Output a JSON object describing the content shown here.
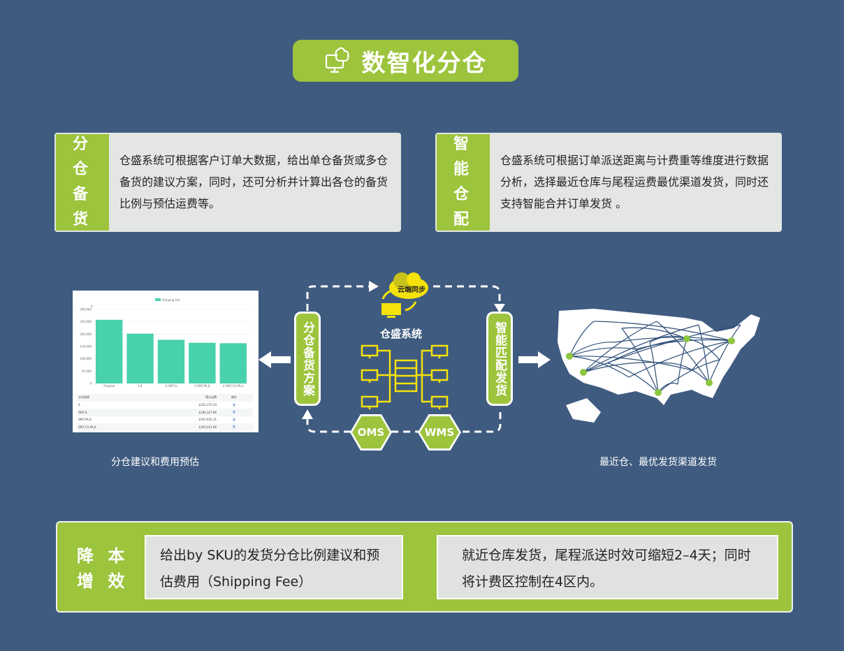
{
  "title": "数智化分仓",
  "cards": [
    {
      "label": "分 仓 备 货",
      "text": "仓盛系统可根据客户订单大数据，给出单仓备货或多仓备货的建议方案，同时，还可分析并计算出各仓的备货比例与预估运费等。"
    },
    {
      "label": "智 能 仓 配",
      "text": "仓盛系统可根据订单派送距离与计费重等维度进行数据分析，选择最近仓库与尾程运费最优渠道发货，同时还支持智能合并订单发货 。"
    }
  ],
  "diagram": {
    "left_pill": "分仓备货方案",
    "right_pill": "智能匹配发货",
    "cloud": "云端同步",
    "system": "仓盛系统",
    "oms": "OMS",
    "wms": "WMS",
    "left_caption": "分仓建议和费用预估",
    "right_caption": "最近仓、最优发货渠道发货"
  },
  "chart_data": {
    "type": "bar",
    "legend": [
      "Shipping Fee"
    ],
    "ylabel": "$",
    "categories": [
      "Original",
      "1-IL",
      "2-ONT,IL",
      "3-ONT,PA,IL",
      "4-ONT,CA,PA,IL"
    ],
    "values": [
      258000,
      202000,
      177000,
      165000,
      163000
    ],
    "yticks": [
      "0",
      "50,000",
      "100,000",
      "150,000",
      "200,000",
      "250,000",
      "300,000"
    ],
    "ylim": [
      0,
      300000
    ],
    "table": {
      "headers": [
        "分仓结果",
        "预计运费",
        "操作"
      ],
      "rows": [
        [
          "IL",
          "$201,375.24",
          "查"
        ],
        [
          "ONT,IL",
          "$180,327.86",
          "查"
        ],
        [
          "ONT,PA,IL",
          "$167,632.31",
          "查"
        ],
        [
          "ONT,CA,PA,IL",
          "$163,221.96",
          "查"
        ]
      ]
    }
  },
  "bottom": {
    "label": "降 本 增 效",
    "box1": "给出by SKU的发货分仓比例建议和预估费用（Shipping Fee）",
    "box2": "就近仓库发货，尾程派送时效可缩短2–4天；同时将计费区控制在4区内。"
  },
  "colors": {
    "bg": "#3f5b80",
    "green": "#9cc43c",
    "bar": "#48d1ad",
    "yellow": "#f5e20a"
  }
}
